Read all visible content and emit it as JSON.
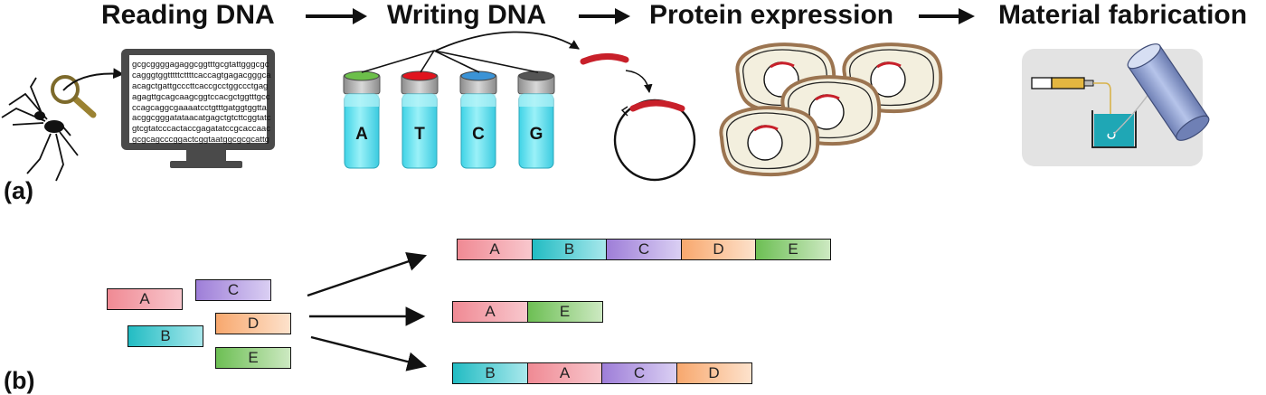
{
  "headers": {
    "reading": "Reading DNA",
    "writing": "Writing DNA",
    "protein": "Protein expression",
    "material": "Material fabrication"
  },
  "panels": {
    "a": "(a)",
    "b": "(b)"
  },
  "monitor_sequence": [
    "gcgcggggagaggcggtttgcgtattgggcgc",
    "cagggtggtttttcttttcaccagtgagacgggca",
    "acagctgattgcccttcaccgcctggccctgag",
    "agagttgcagcaagcggtccacgctggtttgcc",
    "ccagcaggcgaaaatcctgtttgatggtggtta",
    "acggcgggatataacatgagctgtcttcggtatc",
    "gtcgtatcccactaccgagatatccgcaccaac",
    "gcgcagcccggactcggtaatggcgcgcattg"
  ],
  "vials": [
    {
      "letter": "A",
      "cap_color": "#6cbf4a"
    },
    {
      "letter": "T",
      "cap_color": "#e0141e"
    },
    {
      "letter": "C",
      "cap_color": "#3b93d6"
    },
    {
      "letter": "G",
      "cap_color": "#555555"
    }
  ],
  "fragment_colors": {
    "A": "#f08a94",
    "B": "#22bcc3",
    "C": "#9e7ed8",
    "D": "#f8a86e",
    "E": "#6dbf54"
  },
  "source_fragments": [
    "A",
    "B",
    "C",
    "D",
    "E"
  ],
  "assemblies": [
    [
      "A",
      "B",
      "C",
      "D",
      "E"
    ],
    [
      "A",
      "E"
    ],
    [
      "B",
      "A",
      "C",
      "D"
    ]
  ],
  "icons": [
    "spider-icon",
    "magnifier-icon",
    "monitor-icon",
    "vial-icon",
    "plasmid-icon",
    "cell-icon",
    "syringe-icon",
    "beaker-icon",
    "spool-icon"
  ]
}
